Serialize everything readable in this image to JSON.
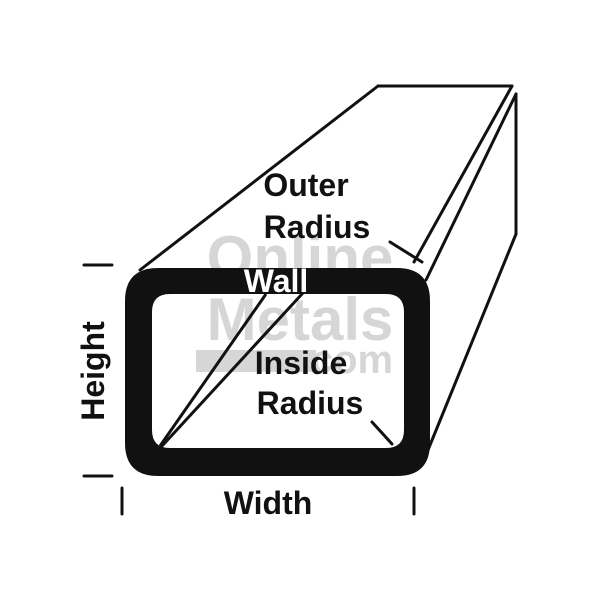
{
  "watermark": {
    "line1": "Online",
    "line2": "Metals",
    "line3": "com"
  },
  "labels": {
    "outer_radius_1": "Outer",
    "outer_radius_2": "Radius",
    "wall": "Wall",
    "inside_radius_1": "Inside",
    "inside_radius_2": "Radius",
    "height": "Height",
    "width": "Width"
  },
  "colors": {
    "ink": "#111111",
    "watermark": "#d6d6d6",
    "background": "#ffffff"
  }
}
